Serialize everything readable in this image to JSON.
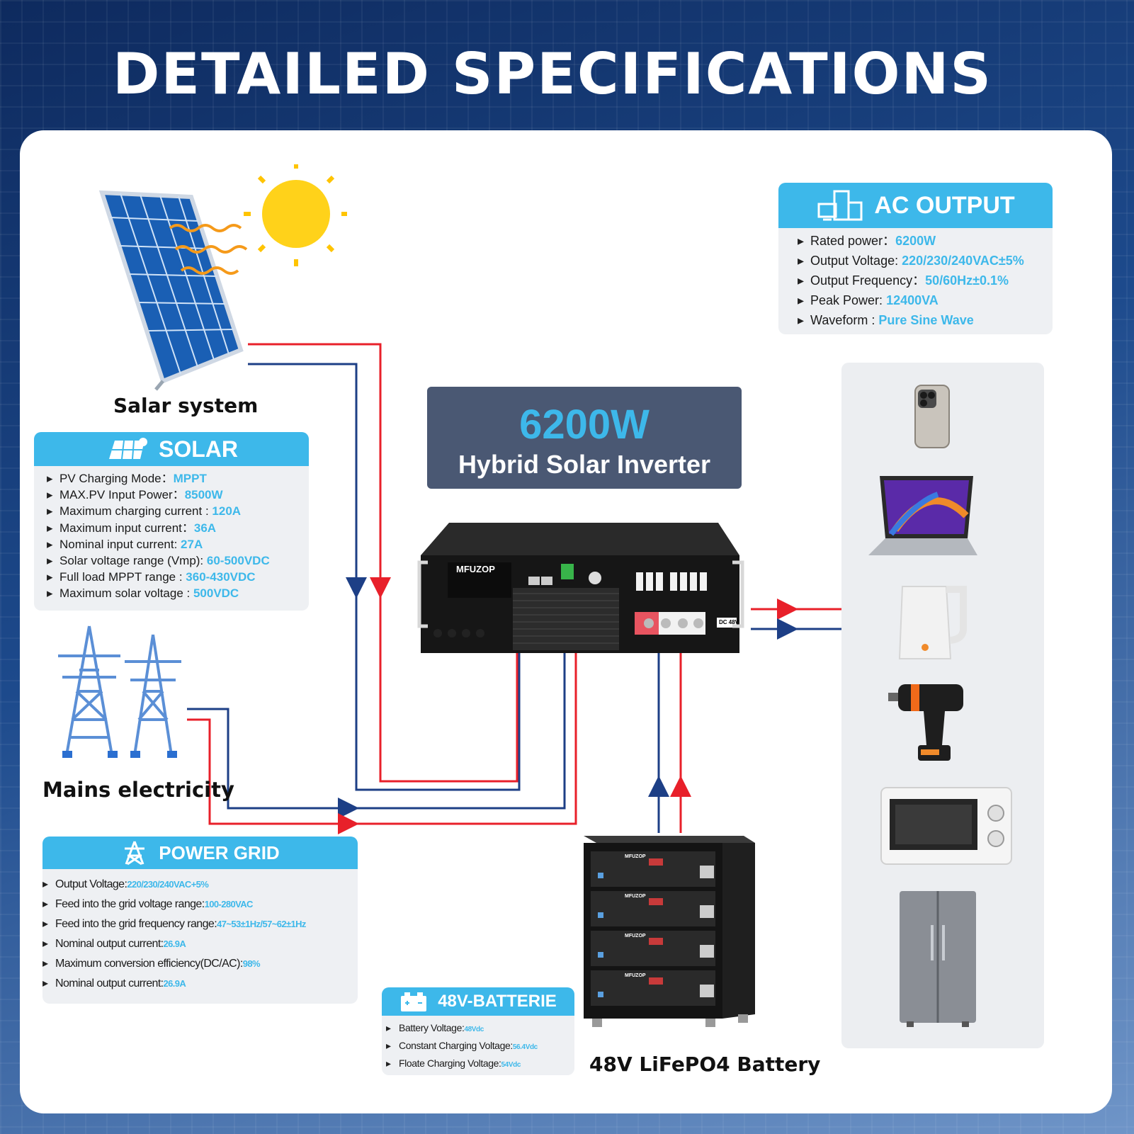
{
  "title": "DETAILED SPECIFICATIONS",
  "inverter": {
    "power": "6200W",
    "name": "Hybrid Solar Inverter",
    "brand": "MFUZOP",
    "dc_tag": "DC 48V"
  },
  "captions": {
    "solar": "Salar system",
    "mains": "Mains electricity",
    "battery": "48V LiFePO4 Battery"
  },
  "colors": {
    "accent": "#3db8ea",
    "red_wire": "#e8202a",
    "blue_wire": "#1d3f86"
  },
  "ac_output": {
    "title": "AC OUTPUT",
    "items": [
      {
        "label": "Rated power：",
        "value": "6200W"
      },
      {
        "label": "Output Voltage: ",
        "value": "220/230/240VAC±5%"
      },
      {
        "label": "Output Frequency：",
        "value": "50/60Hz±0.1%"
      },
      {
        "label": "Peak Power: ",
        "value": "12400VA"
      },
      {
        "label": "Waveform : ",
        "value": "Pure Sine Wave"
      }
    ]
  },
  "solar": {
    "title": "SOLAR",
    "items": [
      {
        "label": "PV Charging Mode：",
        "value": "MPPT"
      },
      {
        "label": "MAX.PV Input Power：",
        "value": "8500W"
      },
      {
        "label": "Maximum charging current : ",
        "value": "120A"
      },
      {
        "label": "Maximum input current：",
        "value": "36A"
      },
      {
        "label": "Nominal input current: ",
        "value": "27A"
      },
      {
        "label": "Solar voltage range (Vmp): ",
        "value": "60-500VDC"
      },
      {
        "label": "Full load MPPT range : ",
        "value": "360-430VDC"
      },
      {
        "label": "Maximum solar voltage : ",
        "value": "500VDC"
      }
    ]
  },
  "power_grid": {
    "title": "POWER GRID",
    "items": [
      {
        "label": "Output Voltage:",
        "value": "220/230/240VAC+5%"
      },
      {
        "label": "Feed into the grid voltage range:",
        "value": "100-280VAC"
      },
      {
        "label": "Feed into the grid frequency range:",
        "value": "47~53±1Hz/57~62±1Hz"
      },
      {
        "label": "Nominal output current:",
        "value": "26.9A"
      },
      {
        "label": "Maximum conversion efficiency(DC/AC):",
        "value": "98%"
      },
      {
        "label": "Nominal output current:",
        "value": "26.9A"
      }
    ]
  },
  "battery": {
    "title": "48V-BATTERIE",
    "brand": "MFUZOP",
    "items": [
      {
        "label": "Battery Voltage:",
        "value": "48Vdc"
      },
      {
        "label": "Constant Charging Voltage:",
        "value": "56.4Vdc"
      },
      {
        "label": "Floate Charging Voltage:",
        "value": "54Vdc"
      }
    ]
  },
  "appliances": [
    "phone-icon",
    "laptop-icon",
    "kettle-icon",
    "drill-icon",
    "oven-icon",
    "fridge-icon"
  ]
}
